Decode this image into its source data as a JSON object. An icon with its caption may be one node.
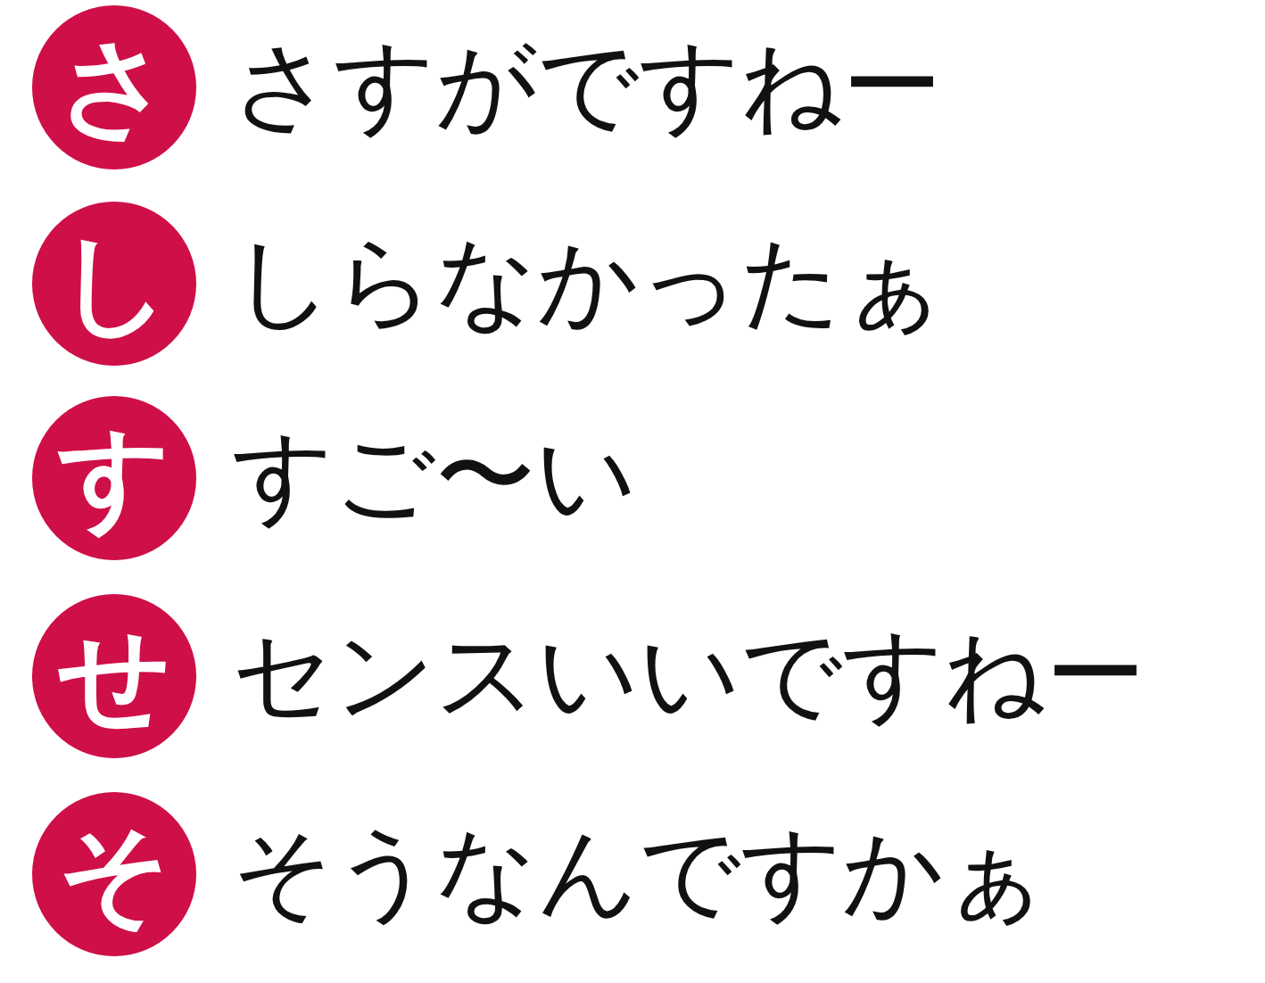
{
  "diagram": {
    "nodes": [
      {
        "text": [
          "さ"
        ],
        "beside": [
          "さすがですねー"
        ]
      },
      {
        "text": [
          "し"
        ],
        "beside": [
          "しらなかったぁ"
        ]
      },
      {
        "text": [
          "す"
        ],
        "beside": [
          "すご〜い"
        ]
      },
      {
        "text": [
          "せ"
        ],
        "beside": [
          "センスいいですねー"
        ]
      },
      {
        "text": [
          "そ"
        ],
        "beside": [
          "そうなんですかぁ"
        ]
      }
    ]
  }
}
